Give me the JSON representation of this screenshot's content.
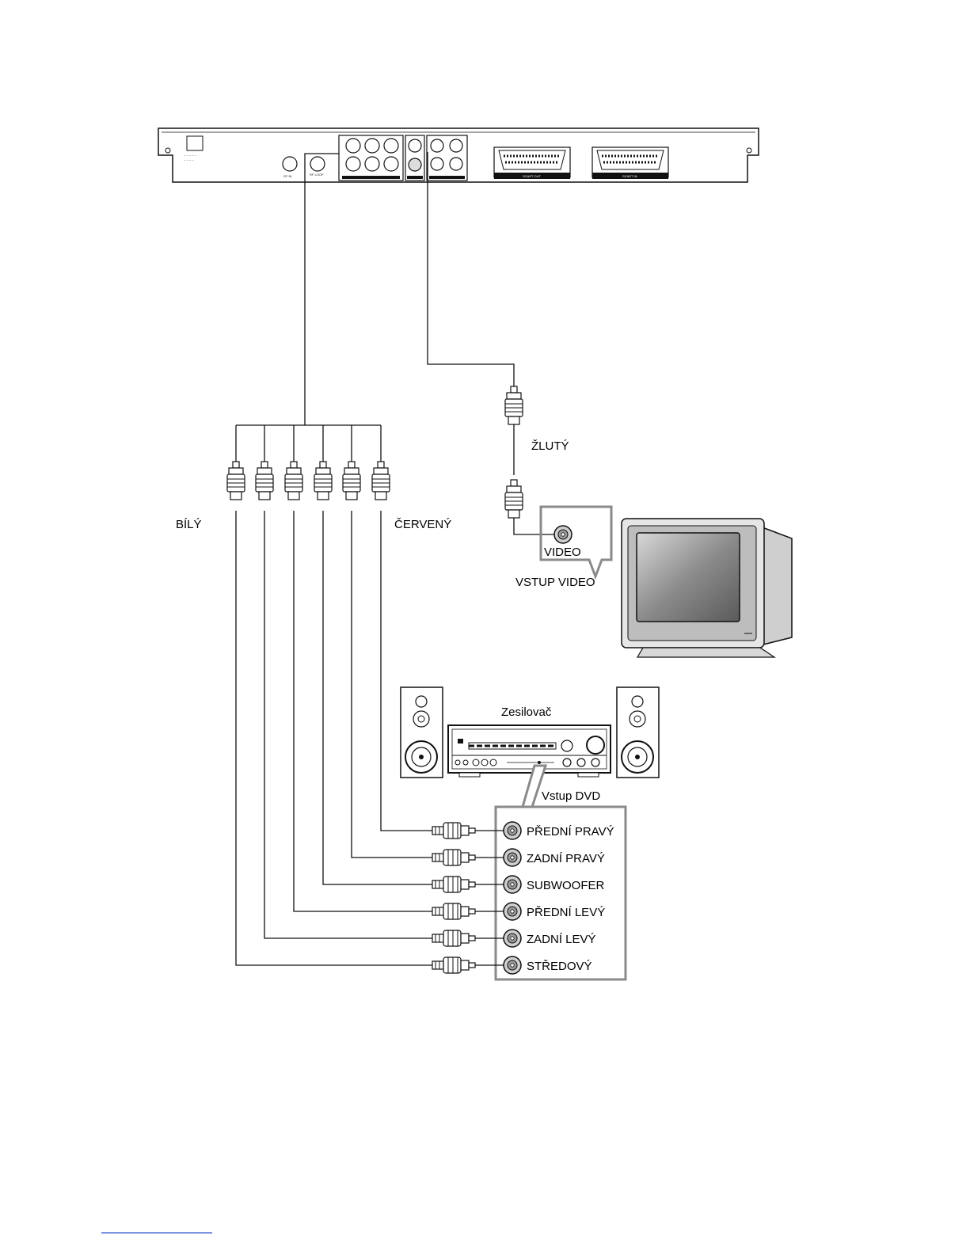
{
  "dvd_panel": {
    "port_labels": {
      "rf_in": "RF IN",
      "rf_loop": "RF LOOP",
      "scart_out": "SCART OUT",
      "scart_in": "SCART IN"
    }
  },
  "cable_labels": {
    "white": "BÍLÝ",
    "red": "ČERVENÝ",
    "yellow": "ŽLUTÝ"
  },
  "tv": {
    "jack_label": "VIDEO",
    "input_label": "VSTUP VIDEO"
  },
  "amplifier": {
    "title": "Zesilovač",
    "input_label": "Vstup DVD"
  },
  "amp_inputs": [
    "PŘEDNÍ PRAVÝ",
    "ZADNÍ PRAVÝ",
    "SUBWOOFER",
    "PŘEDNÍ LEVÝ",
    "ZADNÍ LEVÝ",
    "STŘEDOVÝ"
  ],
  "colors": {
    "line": "#111111",
    "box_border": "#8a8a8a",
    "screen": "#7a7a7a"
  }
}
